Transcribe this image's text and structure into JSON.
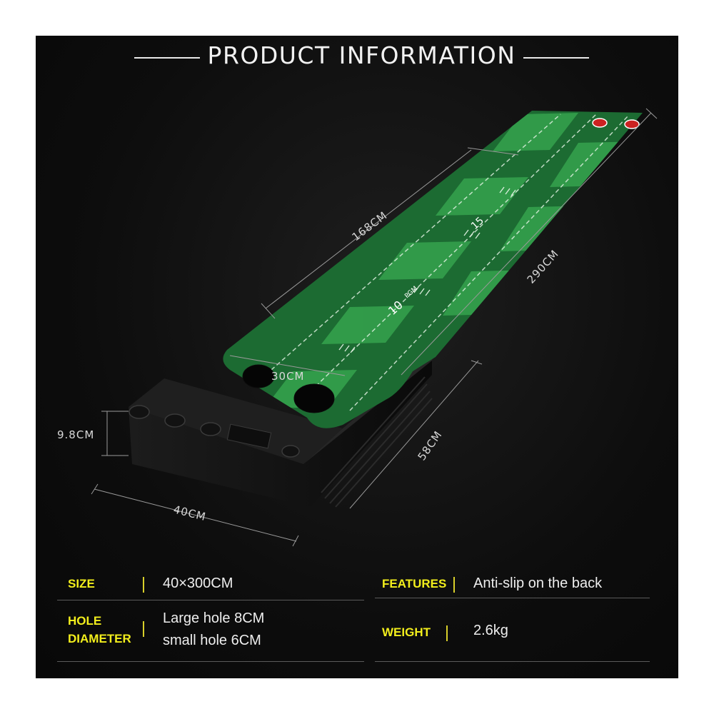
{
  "title": "PRODUCT INFORMATION",
  "dimensions": {
    "length_rail": "168CM",
    "length_mat": "290CM",
    "hole_spacing": "30CM",
    "mat_width": "58CM",
    "height": "9.8CM",
    "base_width": "40CM"
  },
  "mat_markings": [
    "10",
    "15",
    "PGM"
  ],
  "colors": {
    "background": "#0d0d0d",
    "accent": "#f2ee1c",
    "mat_green_dark": "#1c6b32",
    "mat_green_light": "#35a34e",
    "base": "#1a1a1a"
  },
  "specs": {
    "size": {
      "label": "SIZE",
      "value": "40×300CM"
    },
    "hole_diameter": {
      "label_1": "HOLE",
      "label_2": "DIAMETER",
      "value_1": "Large hole 8CM",
      "value_2": "small hole 6CM"
    },
    "features": {
      "label": "FEATURES",
      "value": "Anti-slip on the back"
    },
    "weight": {
      "label": "WEIGHT",
      "value": "2.6kg"
    }
  }
}
